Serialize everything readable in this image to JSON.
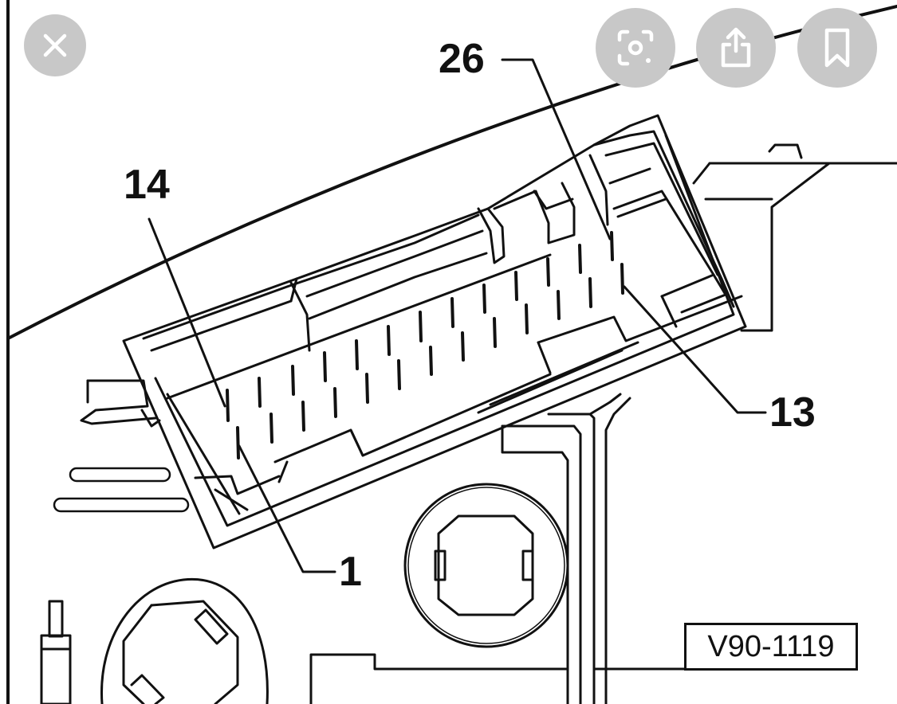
{
  "callouts": {
    "pin_26": "26",
    "pin_14": "14",
    "pin_13": "13",
    "pin_1": "1"
  },
  "figure_id": "V90-1119",
  "overlay": {
    "close_icon": "close-icon",
    "lens_icon": "lens-scan-icon",
    "share_icon": "share-icon",
    "bookmark_icon": "bookmark-icon",
    "button_color": "#c8c8c8",
    "icon_color": "#ffffff"
  }
}
